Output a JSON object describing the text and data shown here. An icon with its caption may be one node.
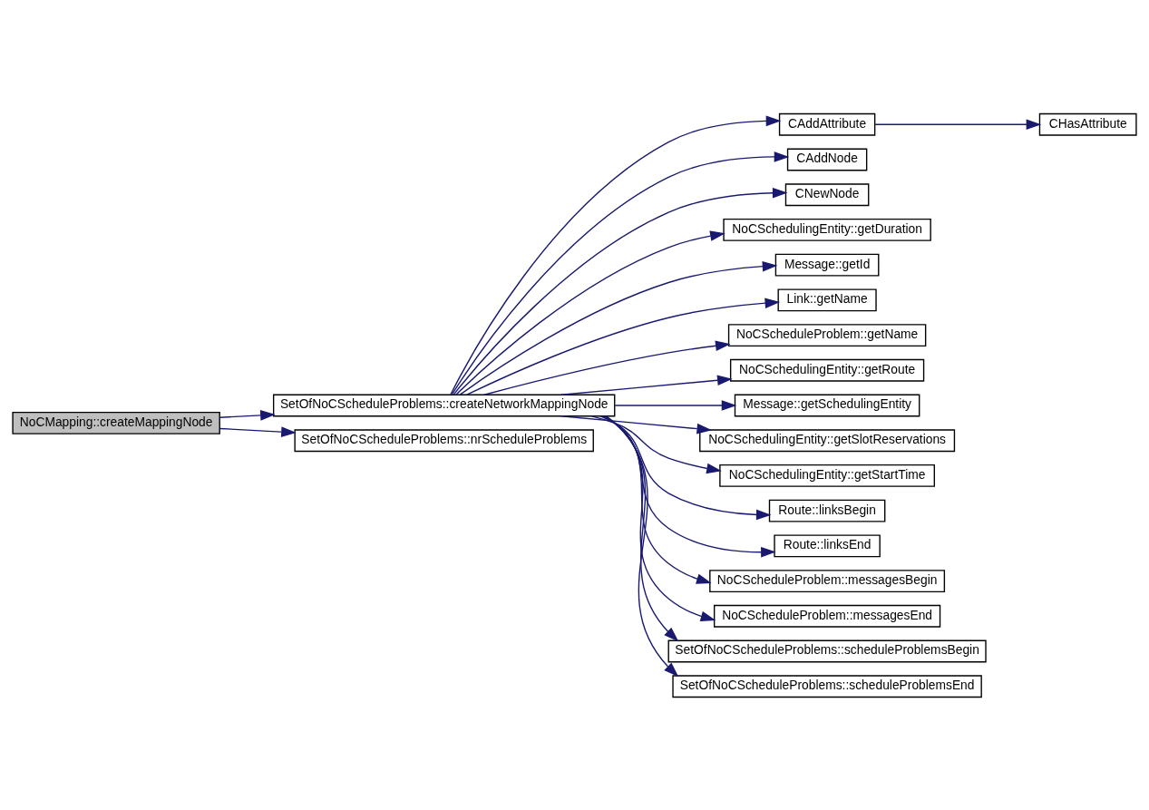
{
  "diagram": {
    "nodes": [
      {
        "text": [
          "NoCMapping::createMappingNode"
        ]
      },
      {
        "text": [
          "SetOfNoCScheduleProblems::createNetworkMappingNode"
        ]
      },
      {
        "text": [
          "SetOfNoCScheduleProblems::nrScheduleProblems"
        ]
      },
      {
        "text": [
          "CAddAttribute"
        ]
      },
      {
        "text": [
          "CHasAttribute"
        ]
      },
      {
        "text": [
          "CAddNode"
        ]
      },
      {
        "text": [
          "CNewNode"
        ]
      },
      {
        "text": [
          "NoCSchedulingEntity::getDuration"
        ]
      },
      {
        "text": [
          "Message::getId"
        ]
      },
      {
        "text": [
          "Link::getName"
        ]
      },
      {
        "text": [
          "NoCScheduleProblem::getName"
        ]
      },
      {
        "text": [
          "NoCSchedulingEntity::getRoute"
        ]
      },
      {
        "text": [
          "Message::getSchedulingEntity"
        ]
      },
      {
        "text": [
          "NoCSchedulingEntity::getSlotReservations"
        ]
      },
      {
        "text": [
          "NoCSchedulingEntity::getStartTime"
        ]
      },
      {
        "text": [
          "Route::linksBegin"
        ]
      },
      {
        "text": [
          "Route::linksEnd"
        ]
      },
      {
        "text": [
          "NoCScheduleProblem::messagesBegin"
        ]
      },
      {
        "text": [
          "NoCScheduleProblem::messagesEnd"
        ]
      },
      {
        "text": [
          "SetOfNoCScheduleProblems::scheduleProblemsBegin"
        ]
      },
      {
        "text": [
          "SetOfNoCScheduleProblems::scheduleProblemsEnd"
        ]
      }
    ],
    "edges": [
      {
        "from": 0,
        "to": 1,
        "arrow": "to"
      },
      {
        "from": 0,
        "to": 2,
        "arrow": "to"
      },
      {
        "from": 1,
        "to": 3,
        "arrow": "to"
      },
      {
        "from": 3,
        "to": 4,
        "arrow": "to"
      },
      {
        "from": 1,
        "to": 5,
        "arrow": "to"
      },
      {
        "from": 1,
        "to": 6,
        "arrow": "to"
      },
      {
        "from": 1,
        "to": 7,
        "arrow": "to"
      },
      {
        "from": 1,
        "to": 8,
        "arrow": "to"
      },
      {
        "from": 1,
        "to": 9,
        "arrow": "to"
      },
      {
        "from": 1,
        "to": 10,
        "arrow": "to"
      },
      {
        "from": 1,
        "to": 11,
        "arrow": "to"
      },
      {
        "from": 1,
        "to": 12,
        "arrow": "to"
      },
      {
        "from": 1,
        "to": 13,
        "arrow": "to"
      },
      {
        "from": 1,
        "to": 14,
        "arrow": "to"
      },
      {
        "from": 1,
        "to": 15,
        "arrow": "to"
      },
      {
        "from": 1,
        "to": 16,
        "arrow": "to"
      },
      {
        "from": 1,
        "to": 17,
        "arrow": "to"
      },
      {
        "from": 1,
        "to": 18,
        "arrow": "to"
      },
      {
        "from": 1,
        "to": 19,
        "arrow": "to"
      },
      {
        "from": 1,
        "to": 20,
        "arrow": "to"
      }
    ]
  }
}
